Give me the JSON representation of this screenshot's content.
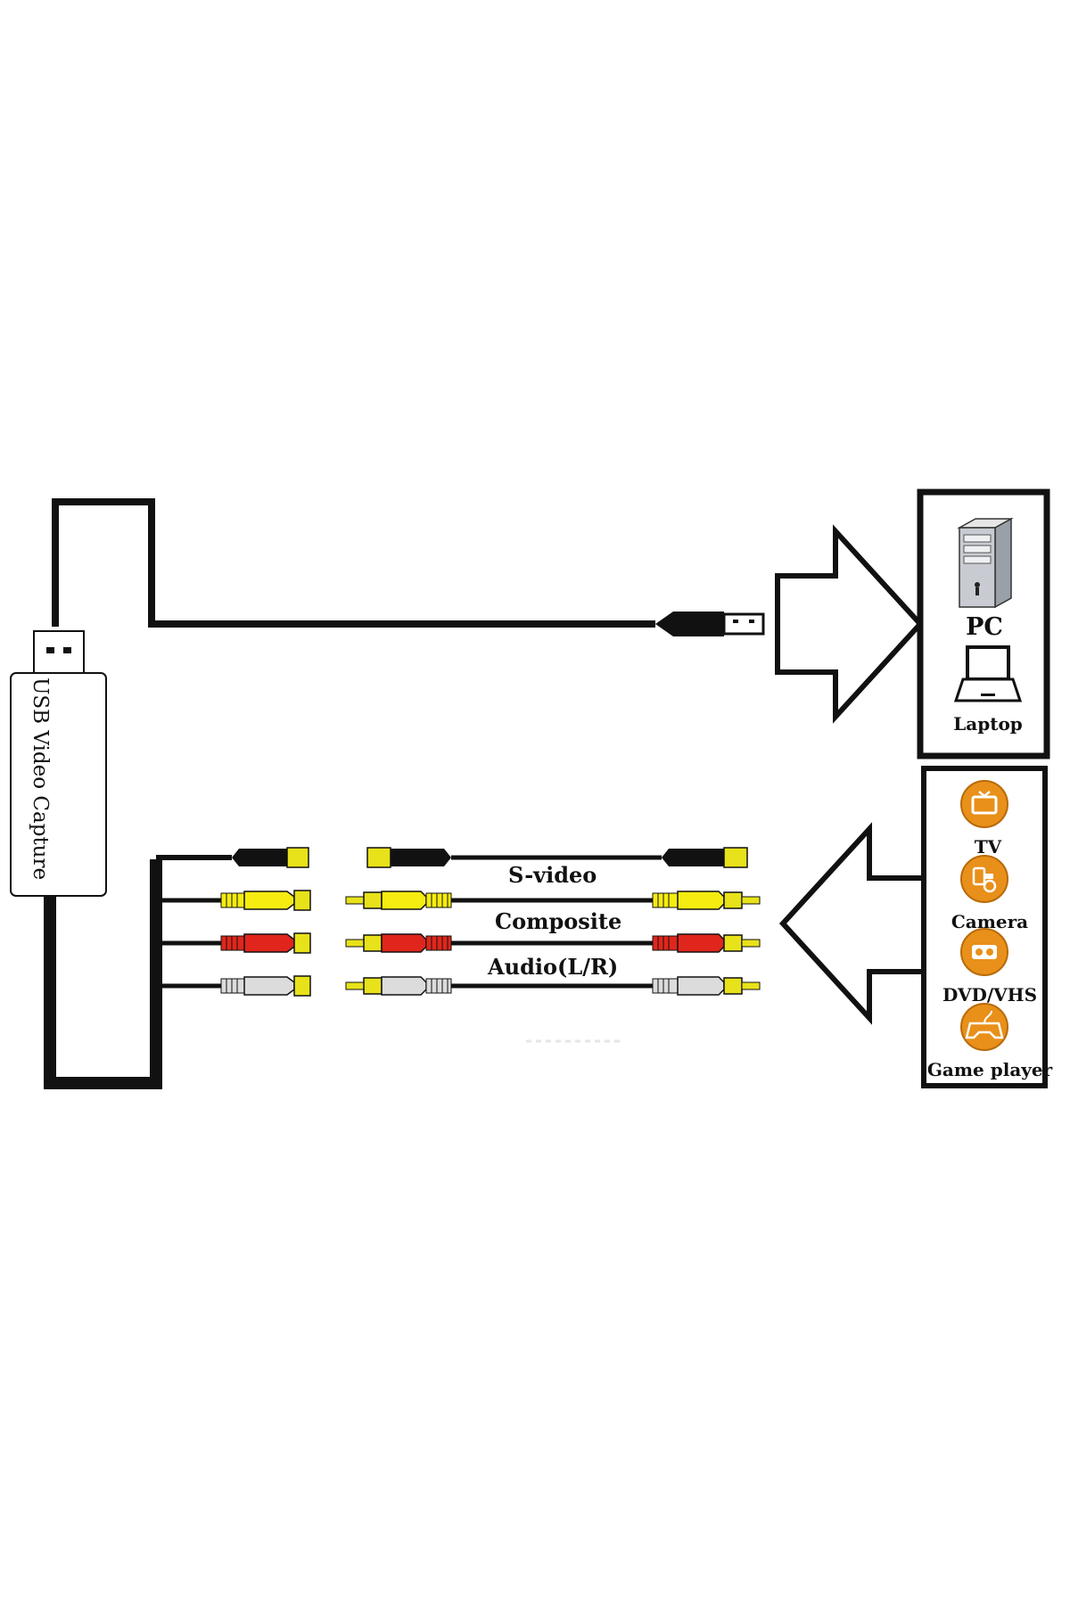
{
  "device": {
    "label": "USB Video Capture"
  },
  "computer": {
    "pc_label": "PC",
    "laptop_label": "Laptop",
    "icons": [
      "pc-tower-icon",
      "laptop-icon"
    ]
  },
  "cables": {
    "svideo_label": "S-video",
    "composite_label": "Composite",
    "audio_label": "Audio(L/R)"
  },
  "sources": {
    "items": [
      {
        "label": "TV",
        "icon": "tv-icon"
      },
      {
        "label": "Camera",
        "icon": "camera-icon"
      },
      {
        "label": "DVD/VHS",
        "icon": "dvd-vhs-icon"
      },
      {
        "label": "Game player",
        "icon": "game-controller-icon"
      }
    ]
  },
  "colors": {
    "line": "#111111",
    "svideo": "#111111",
    "video": "#f5ec10",
    "audio_right": "#e0261c",
    "audio_left": "#dcdcdc",
    "connector_tip": "#e8e21a",
    "icon_orange": "#e8901a"
  }
}
